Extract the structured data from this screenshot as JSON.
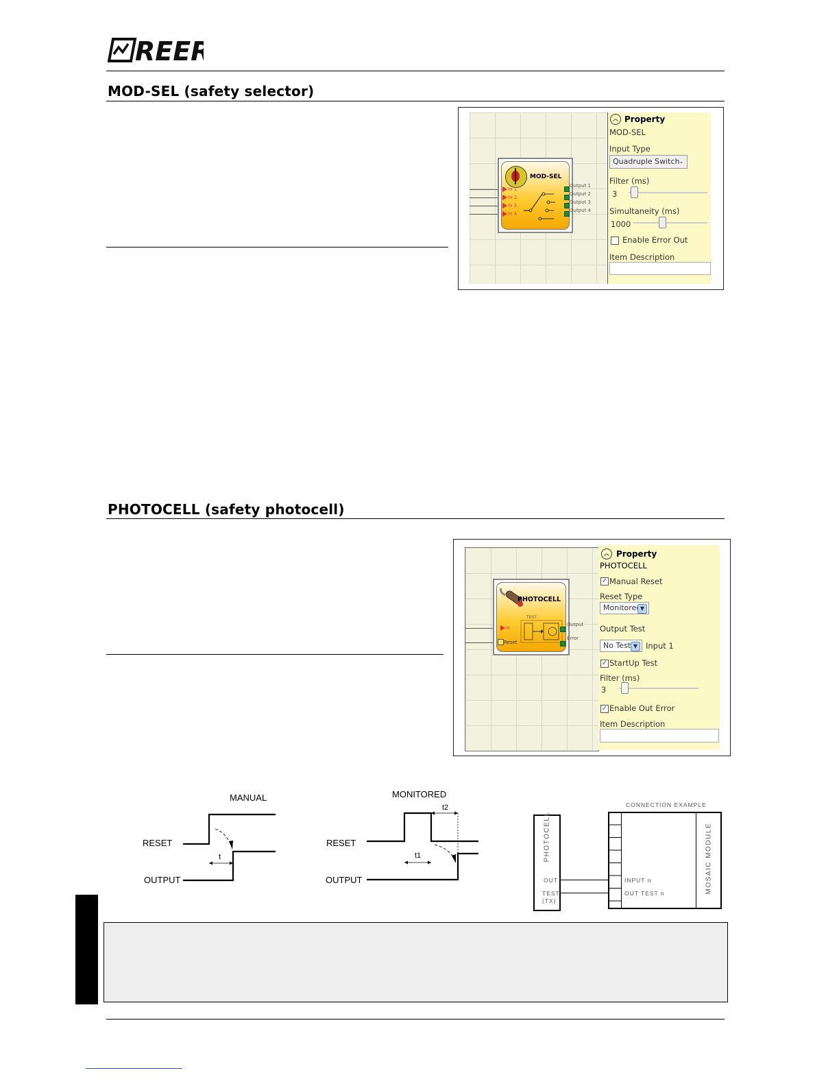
{
  "header": {
    "logo_text": "REER"
  },
  "modsel": {
    "heading": "MOD-SEL (safety selector)",
    "block": {
      "title": "MOD-SEL",
      "inputs": [
        "In 1",
        "In 2",
        "In 3",
        "In 4"
      ],
      "outputs": [
        "Output 1",
        "Output 2",
        "Output 3",
        "Output 4"
      ]
    },
    "property": {
      "title": "Property",
      "name": "MOD-SEL",
      "input_type_label": "Input Type",
      "input_type_value": "Quadruple Switch",
      "filter_label": "Filter (ms)",
      "filter_value": "3",
      "simultaneity_label": "Simultaneity (ms)",
      "simultaneity_value": "1000",
      "enable_error_label": "Enable Error Out",
      "item_description_label": "Item Description"
    }
  },
  "photocell": {
    "heading": "PHOTOCELL (safety photocell)",
    "block": {
      "title": "PHOTOCELL",
      "inputs": [
        "In",
        "Reset"
      ],
      "outputs": [
        "Output",
        "Error"
      ],
      "test_label": "TEST"
    },
    "property": {
      "title": "Property",
      "name": "PHOTOCELL",
      "manual_reset_label": "Manual Reset",
      "reset_type_label": "Reset Type",
      "reset_type_value": "Monitored",
      "output_test_label": "Output Test",
      "output_test_value": "No Test",
      "output_test_input": "Input 1",
      "startup_test_label": "StartUp Test",
      "filter_label": "Filter (ms)",
      "filter_value": "3",
      "enable_out_error_label": "Enable Out Error",
      "item_description_label": "Item Description"
    }
  },
  "timing": {
    "manual": {
      "title": "MANUAL",
      "reset": "RESET",
      "output": "OUTPUT",
      "t": "t"
    },
    "monitored": {
      "title": "MONITORED",
      "reset": "RESET",
      "output": "OUTPUT",
      "t1": "t1",
      "t2": "t2"
    }
  },
  "connection": {
    "title": "CONNECTION EXAMPLE",
    "device": "PHOTOCELL",
    "out": "OUT",
    "test": "TEST",
    "tx": "(TX)",
    "input": "INPUT n",
    "out_test": "OUT TEST n",
    "module": "MOSAIC MODULE"
  }
}
